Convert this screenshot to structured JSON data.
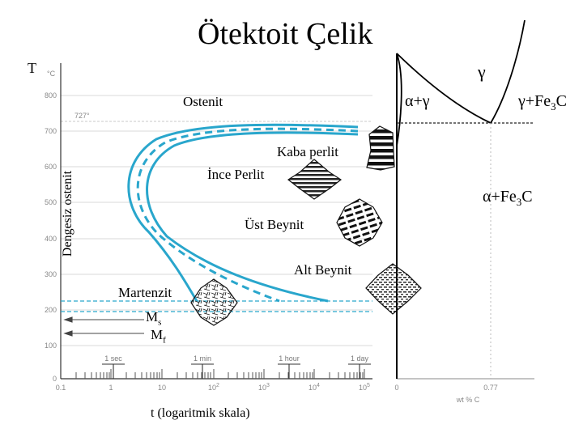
{
  "title": "Ötektoit Çelik",
  "labels": {
    "T": "T",
    "ostenit": "Ostenit",
    "dengesiz": "Dengesiz ostenit",
    "kaba_perlit": "Kaba perlit",
    "ince_perlit": "İnce Perlit",
    "ust_beynit": "Üst Beynit",
    "alt_beynit": "Alt Beynit",
    "martenzit": "Martenzit",
    "ms": "M",
    "ms_sub": "s",
    "mf": "M",
    "mf_sub": "f",
    "xlabel": "t (logaritmik skala)",
    "gamma": "γ",
    "alpha_gamma": "α+γ",
    "gamma_fe3c_a": "γ+Fe",
    "gamma_fe3c_sub": "3",
    "gamma_fe3c_b": "C",
    "alpha_fe3c_a": "α+Fe",
    "alpha_fe3c_sub": "3",
    "alpha_fe3c_b": "C"
  },
  "axis": {
    "unit": "°C",
    "y_ticks": [
      "800",
      "700",
      "600",
      "500",
      "400",
      "300",
      "200",
      "100",
      "0"
    ],
    "x_ticks": [
      "0.1",
      "1",
      "10",
      "10",
      "10",
      "10",
      "10"
    ],
    "x_exps": [
      "",
      "",
      "",
      "2",
      "3",
      "4",
      "5"
    ],
    "temp_727": "727°",
    "time_marks": [
      "1 sec",
      "1 min",
      "1 hour",
      "1 day"
    ]
  },
  "phase_axis": {
    "x_ticks": [
      "0",
      "0.77"
    ],
    "xlabel": "wt % C"
  },
  "colors": {
    "curve": "#29a6cc",
    "axis": "#333333",
    "grid": "#d8d8d8"
  },
  "icons": {
    "kaba_perlit": "coarse-pearlite-icon",
    "ince_perlit": "fine-pearlite-icon",
    "ust_beynit": "upper-bainite-icon",
    "alt_beynit": "lower-bainite-icon",
    "martenzit": "martensite-icon"
  }
}
